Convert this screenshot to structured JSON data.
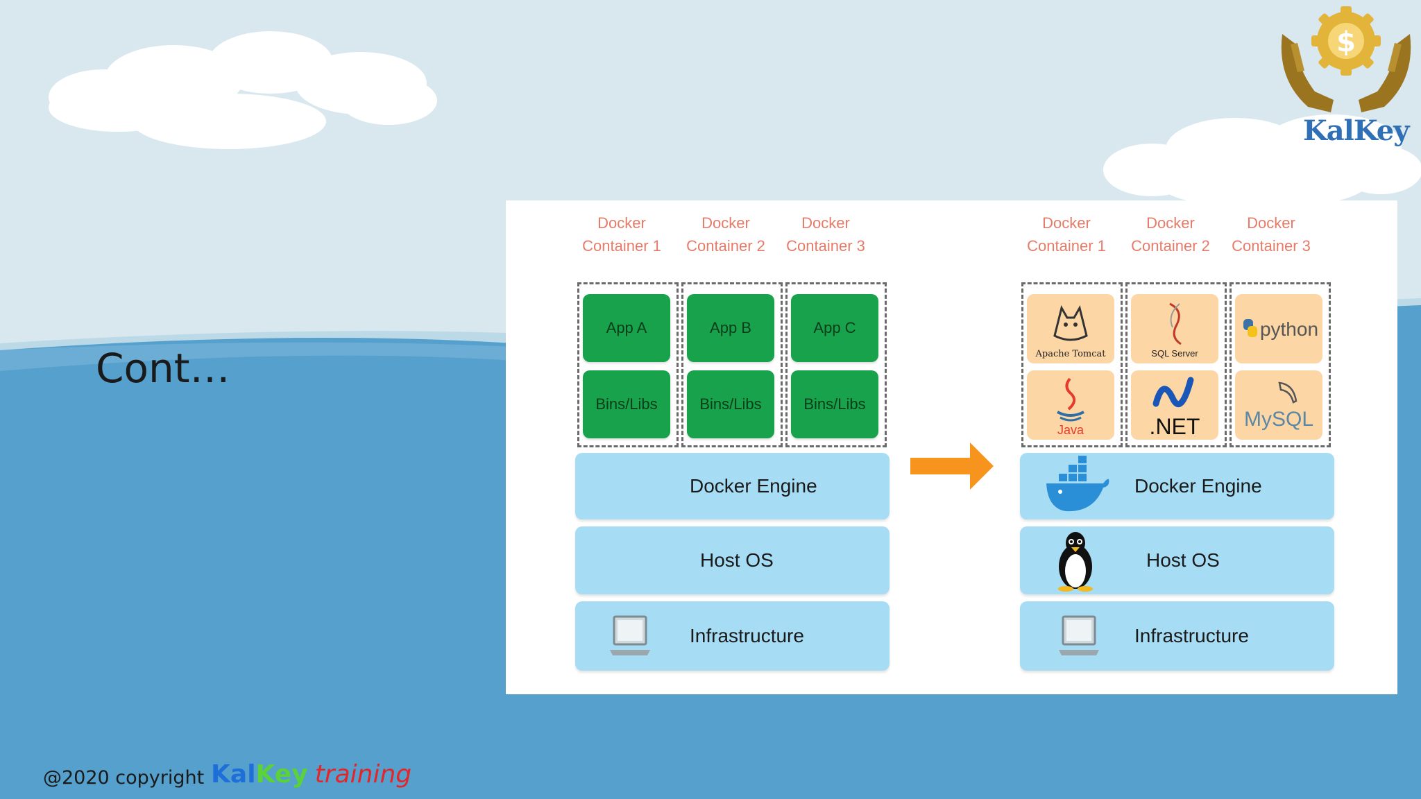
{
  "slide": {
    "title": "Cont…",
    "footer_copyright": "@2020 copyright",
    "brand": {
      "kal": "Kal",
      "key": "Key",
      "training": "training"
    },
    "logo_text": "KalKey",
    "colors": {
      "brand_blue": "#1e6fd9",
      "brand_green": "#5bd13a",
      "brand_red": "#e3262a",
      "container_green": "#17a24b",
      "container_orange": "#fcd6a4",
      "layer_blue": "#a6dcf4",
      "label_salmon": "#e57b68",
      "arrow_orange": "#f7941d"
    }
  },
  "diagram": {
    "left": {
      "containers": [
        {
          "label_line1": "Docker",
          "label_line2": "Container 1",
          "app": "App A",
          "libs": "Bins/Libs"
        },
        {
          "label_line1": "Docker",
          "label_line2": "Container 2",
          "app": "App B",
          "libs": "Bins/Libs"
        },
        {
          "label_line1": "Docker",
          "label_line2": "Container 3",
          "app": "App C",
          "libs": "Bins/Libs"
        }
      ],
      "layers": {
        "engine": "Docker Engine",
        "host": "Host OS",
        "infra": "Infrastructure"
      }
    },
    "right": {
      "containers": [
        {
          "label_line1": "Docker",
          "label_line2": "Container 1",
          "top": "Apache Tomcat",
          "bottom": "Java"
        },
        {
          "label_line1": "Docker",
          "label_line2": "Container 2",
          "top": "SQL Server",
          "bottom": ".NET"
        },
        {
          "label_line1": "Docker",
          "label_line2": "Container 3",
          "top": "python",
          "bottom": "MySQL"
        }
      ],
      "layers": {
        "engine": "Docker Engine",
        "host": "Host OS",
        "infra": "Infrastructure"
      }
    },
    "icons": [
      "docker-whale-icon",
      "linux-penguin-icon",
      "laptop-icon",
      "arrow-right-icon",
      "tomcat-icon",
      "java-icon",
      "sql-server-icon",
      "dotnet-icon",
      "python-icon",
      "mysql-icon"
    ]
  }
}
